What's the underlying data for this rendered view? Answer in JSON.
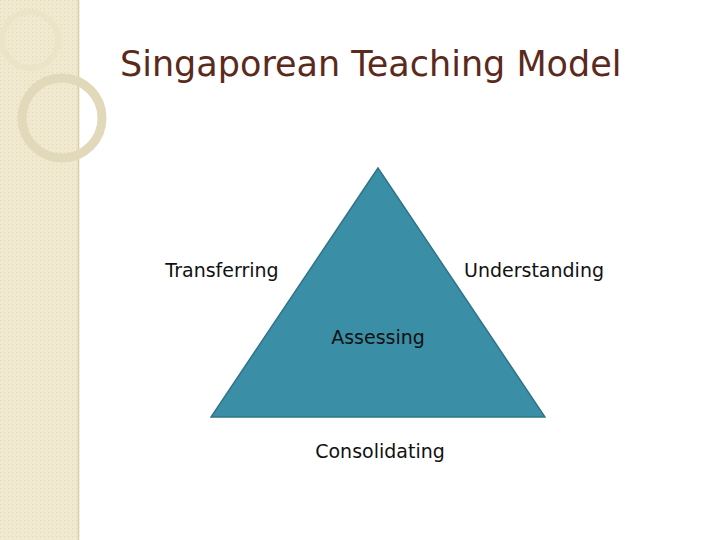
{
  "diagram": {
    "title": "Singaporean Teaching Model",
    "nodes": [
      {
        "text": [
          "Assessing"
        ]
      }
    ],
    "labels": [
      "Transferring",
      "Understanding",
      "Consolidating"
    ]
  }
}
